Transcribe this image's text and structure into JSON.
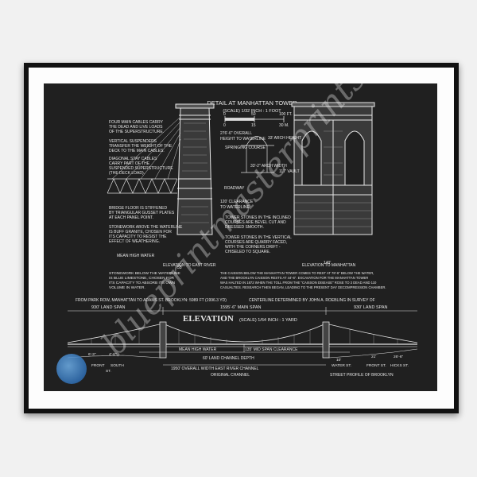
{
  "blueprint": {
    "tower_detail": {
      "title": "DETAIL AT MANHATTAN TOWER",
      "scale": "(SCALE) 1/32 INCH : 1 FOOT",
      "scale_numbers": [
        "0",
        "50",
        "100 FT."
      ],
      "scale_numbers_m": [
        "0",
        "15",
        "30 M."
      ],
      "dim_overall": "276'-6\" OVERALL",
      "dim_waterline": "HEIGHT TO WATERLINE",
      "springing_course": "SPRINGING COURSE",
      "arch_height": "33' ARCH HEIGHT",
      "arch_width": "33'-2\" ARCH WIDTH",
      "vault": "117' VAULT",
      "roadway": "ROADWAY",
      "clearance": "120' CLEARANCE",
      "clearance_2": "TO WATERLINE",
      "elev_east": "ELEVATION TO EAST RIVER",
      "elev_manhattan": "ELEVATION TO MANHATTAN",
      "width_left": "53'",
      "width_right": "140'",
      "mean_high_water": "MEAN HIGH WATER"
    },
    "notes_left": [
      "FOUR MAIN CABLES CARRY",
      "THE DEAD AND LIVE LOADS",
      "OF THE SUPERSTRUCTURE.",
      "",
      "VERTICAL SUSPENDERS",
      "TRANSFER THE WEIGHT OF THE",
      "DECK TO THE MAIN CABLES.",
      "",
      "DIAGONAL STAY CABLES",
      "CARRY PART OF THE",
      "SUSPENDED SUPERSTRUCTURE",
      "(THE DECK LOAD).",
      "",
      "",
      "BRIDGE FLOOR IS STIFFENED",
      "BY TRIANGULAR GUSSET PLATES",
      "AT EACH PANEL POINT.",
      "",
      "STONEWORK ABOVE THE WATERLINE",
      "IS BUFF GRANITE, CHOSEN FOR",
      "ITS CAPACITY TO RESIST THE",
      "EFFECT OF WEATHERING."
    ],
    "notes_mid": [
      "TOWER STONES IN THE INCLINED",
      "COURSES ARE BEVEL CUT AND",
      "DRESSED SMOOTH.",
      "",
      "TOWER STONES IN THE VERTICAL",
      "COURSES ARE QUARRY FACED,",
      "WITH THE CORNERS DRIFT -",
      "CHISELED TO SQUARE."
    ],
    "notes_bottom_left": [
      "STONEWORK BELOW THE WATERLINE",
      "IS BLUE LIMESTONE, CHOSEN FOR",
      "ITS CAPACITY TO ABSORB ITS OWN",
      "VOLUME IN WATER."
    ],
    "notes_bottom_right": [
      "THE CAISSON BELOW THE MANHATTAN TOWER COMES TO REST AT 78'-6\" BELOW THE WATER,",
      "AND THE BROOKLYN CAISSON RESTS AT 44'-6\". EXCAVATION FOR THE MANHATTAN TOWER",
      "WAS HALTED IN 1872 WHEN THE TOLL FROM THE \"CAISSON DISEASE\" ROSE TO 3 DEAD AND 110",
      "CASUALTIES. RESEARCH THEN BEGAN, LEADING TO THE PRESENT DAY DECOMPRESSION CHAMBER."
    ],
    "span_line": "FROM PARK ROW, MANHATTAN TO ADAMS ST. BROOKLYN: 5989 FT (1996.3 YD)",
    "centerline": "CENTERLINE DETERMINED BY JOHN A. ROEBLING IN SURVEY OF",
    "land_span_left": "930' LAND SPAN",
    "main_span": "1595'-6\" MAIN SPAN",
    "land_span_right": "930' LAND SPAN",
    "elevation_title": "ELEVATION",
    "elevation_scale": "(SCALE) 1/64 INCH : 1 YARD",
    "mid_span_clearance": "135' MID SPAN CLEARANCE",
    "mean_high_water": "MEAN HIGH WATER",
    "channel_depth": "60' LAND CHANNEL DEPTH",
    "overall_width": "1950' OVERALL WIDTH EAST RIVER CHANNEL",
    "original_channel": "ORIGINAL CHANNEL",
    "street_profile": "STREET PROFILE OF BROOKLYN",
    "streets_left": [
      {
        "dim": "6'-3\"",
        "name": "FRONT"
      },
      {
        "dim": "4'-6\"",
        "name": "SOUTH"
      },
      {
        "dim": "",
        "name": "ST."
      }
    ],
    "streets_right": [
      {
        "dim": "10'",
        "name": "WATER ST."
      },
      {
        "dim": "21'",
        "name": "FRONT ST."
      },
      {
        "dim": "26'-6\"",
        "name": "HICKS ST."
      }
    ]
  },
  "watermark": "blueprintmasterprints",
  "colors": {
    "board": "#202020",
    "chalk": "#e6e6e6",
    "frame": "#111111",
    "seal": "#3f86cf"
  }
}
